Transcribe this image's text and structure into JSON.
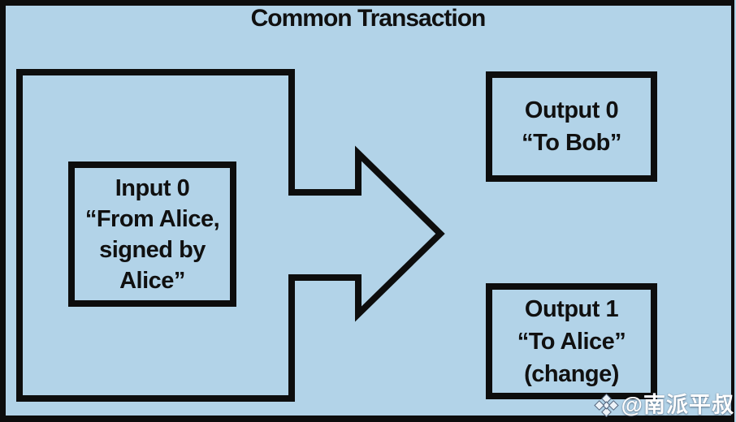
{
  "title": "Common Transaction",
  "colors": {
    "background": "#b2d3e8",
    "stroke": "#0d0d0d",
    "text": "#101010",
    "watermark_text": "#ffffff"
  },
  "diagram": {
    "input_box": {
      "lines": [
        "Input 0",
        "“From Alice,",
        "signed by",
        "Alice”"
      ]
    },
    "output_boxes": [
      {
        "lines": [
          "Output 0",
          "“To Bob”"
        ]
      },
      {
        "lines": [
          "Output 1",
          "“To Alice”",
          "(change)"
        ]
      }
    ],
    "arrow": "input-to-outputs"
  },
  "watermark": {
    "icon": "binance-diamond-logo",
    "handle": "@南派平叔"
  }
}
